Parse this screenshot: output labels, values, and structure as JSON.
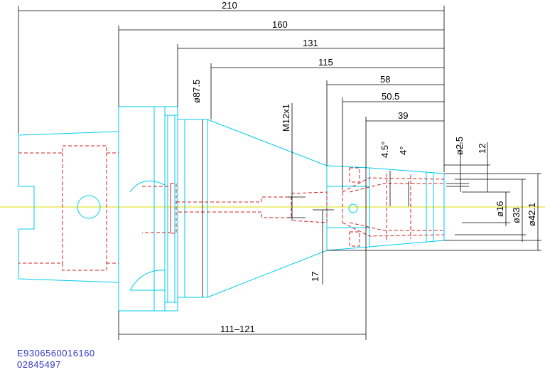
{
  "colors": {
    "outline": "#00ccee",
    "hidden": "#cc2222",
    "dimension": "#000000",
    "centerline": "#dddd00",
    "code": "#3333cc"
  },
  "dimensions": {
    "overall_length": "210",
    "length_160": "160",
    "length_131": "131",
    "length_115": "115",
    "length_58": "58",
    "length_50_5": "50.5",
    "length_39": "39",
    "dia_87_5": "ø87.5",
    "thread": "M12x1",
    "angle_4_5": "4.5°",
    "angle_4": "4°",
    "dia_2_5": "ø2.5",
    "length_12": "12",
    "dia_16": "ø16",
    "dia_33": "ø33",
    "dia_42_1": "ø42.1",
    "length_17": "17",
    "range_111_121": "111–121"
  },
  "codes": {
    "line1": "E9306560016160",
    "line2": "02845497"
  }
}
